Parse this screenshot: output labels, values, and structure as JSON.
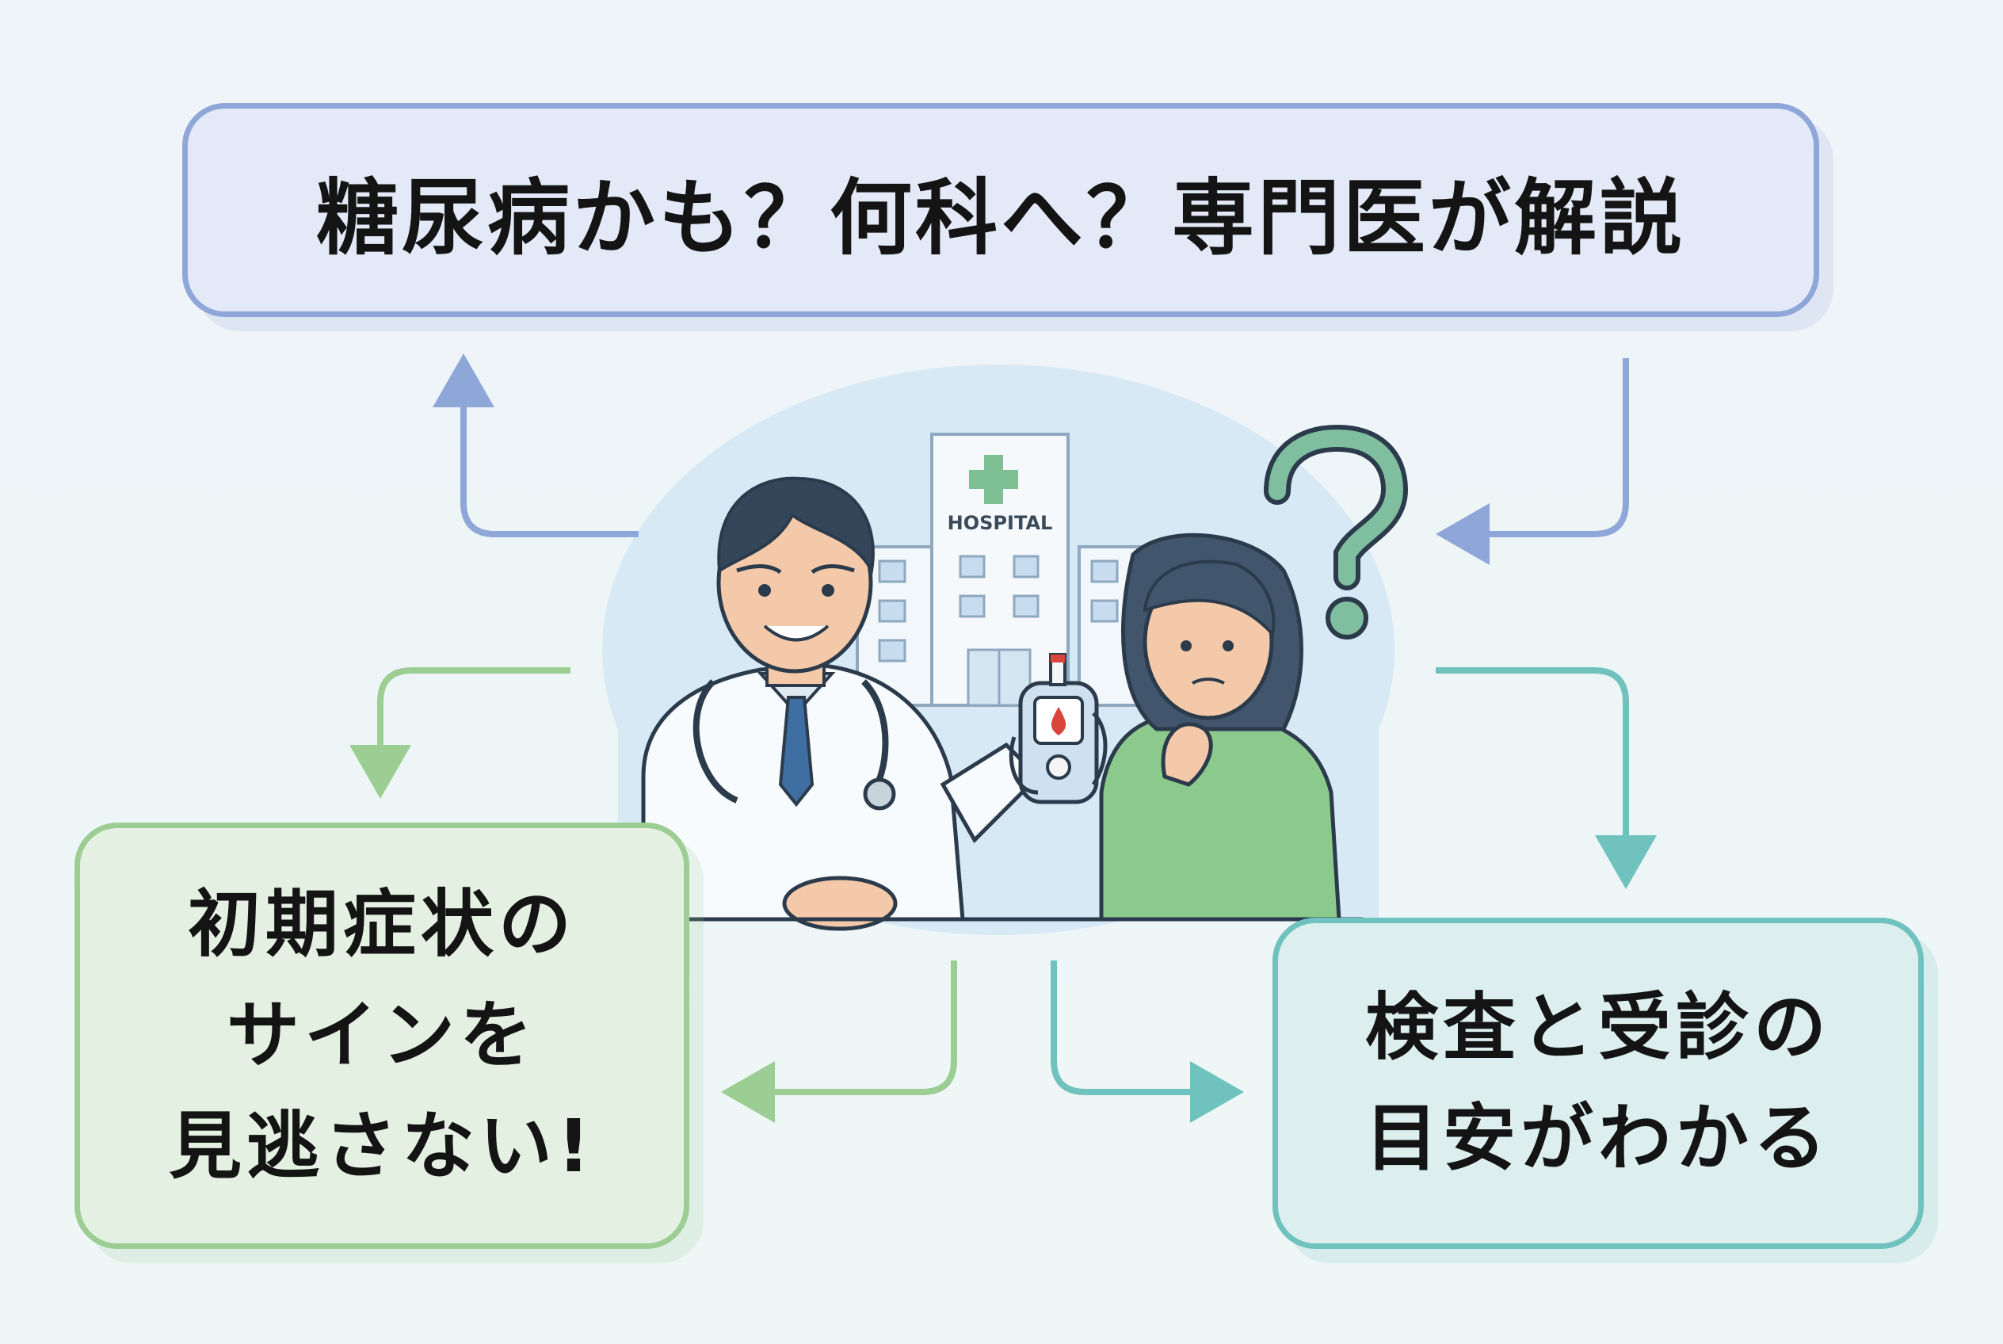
{
  "title": "糖尿病かも？何科へ？専門医が解説",
  "boxes": {
    "left": [
      "初期症状の",
      "サインを",
      "見逃さない!"
    ],
    "right": [
      "検査と受診の",
      "目安がわかる"
    ]
  },
  "illustration": {
    "hospital_sign": "HOSPITAL"
  },
  "colors": {
    "blue_arrow": "#8fa7d8",
    "green_arrow": "#9cce93",
    "teal_arrow": "#6fc2bd",
    "question_mark": "#6fae95",
    "patient_shirt": "#8cc98c",
    "doctor_tie": "#3f6ea3"
  }
}
